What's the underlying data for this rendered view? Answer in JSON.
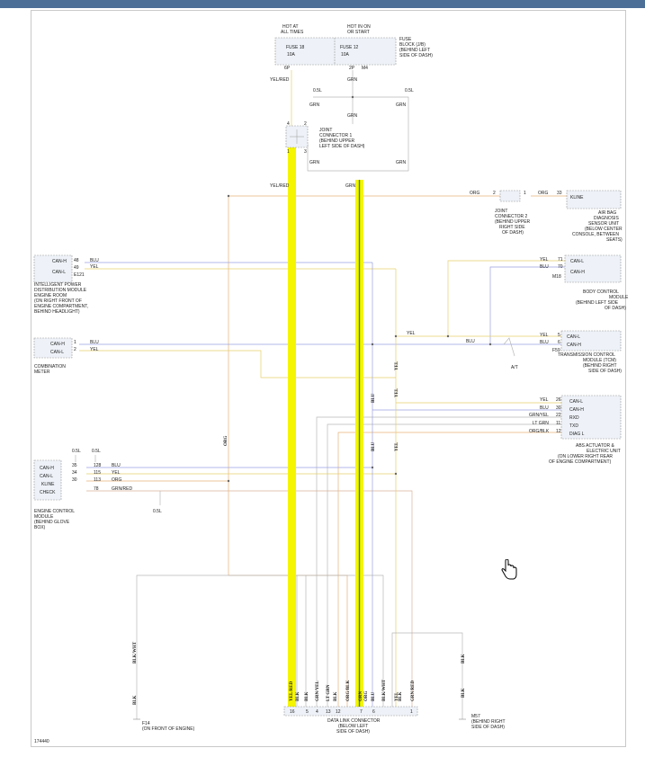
{
  "diagram": {
    "figure_id": "174440",
    "labels": {
      "hot_at_all_times": [
        "HOT AT",
        "ALL TIMES"
      ],
      "hot_in_on_start": [
        "HOT IN ON",
        "OR START"
      ],
      "fuse_18": "FUSE 18",
      "fuse_18_rating": "10A",
      "fuse_12": "FUSE 12",
      "fuse_12_rating": "10A",
      "fuse_block": [
        "FUSE",
        "BLOCK (J/B)",
        "(BEHIND LEFT",
        "SIDE OF DASH)"
      ],
      "pin_6p": "6P",
      "pin_2p": "2P",
      "m4": "M4",
      "yel_red": "YEL/RED",
      "grn": "GRN",
      "sl_05": "0.5L",
      "jc1_pin4": "4",
      "jc1_pin2": "2",
      "jc1_pin1": "1",
      "jc1_pin3": "3",
      "joint_connector_1": [
        "JOINT",
        "CONNECTOR 1",
        "(BEHIND UPPER",
        "LEFT SIDE OF DASH)"
      ],
      "org": "ORG",
      "jc2_pin2": "2",
      "jc2_pin1": "1",
      "jc2_pin33": "33",
      "joint_connector_2": [
        "JOINT",
        "CONNECTOR 2",
        "(BEHIND UPPER",
        "RIGHT SIDE",
        "OF DASH)"
      ],
      "kline": "KLINE",
      "airbag_unit": [
        "AIR BAG",
        "DIAGNOSIS",
        "SENSOR UNIT",
        "(BELOW CENTER",
        "CONSOLE, BETWEEN",
        "SEATS)"
      ],
      "canh": "CAN-H",
      "canl": "CAN-L",
      "blu": "BLU",
      "yel": "YEL",
      "ipdm_pin48": "48",
      "ipdm_pin49": "49",
      "e121": "E121",
      "ipdm": [
        "INTELLIGENT POWER",
        "DISTRIBUTION MODULE",
        "ENGINE ROOM",
        "(ON RIGHT FRONT OF",
        "ENGINE COMPARTMENT,",
        "BEHIND HEADLIGHT)"
      ],
      "bcm_pin71": "71",
      "bcm_pin70": "70",
      "m18": "M18",
      "bcm": [
        "BODY CONTROL",
        "MODULE",
        "(BEHIND LEFT SIDE",
        "OF DASH)"
      ],
      "meter_pin1": "1",
      "meter_pin2": "2",
      "combination_meter": [
        "COMBINATION",
        "METER"
      ],
      "tcm_pin5": "5",
      "tcm_pin6": "6",
      "f59": "F59",
      "tcm": [
        "TRANSMISSION CONTROL",
        "MODULE (TCM)",
        "(BEHIND RIGHT",
        "SIDE OF DASH)"
      ],
      "at": "A/T",
      "abs_pins": [
        "26",
        "30",
        "22",
        "11",
        "12"
      ],
      "abs_wires": [
        "YEL",
        "BLU",
        "GRN/YEL",
        "LT GRN",
        "ORG/BLK"
      ],
      "abs_terms": [
        "CAN-L",
        "CAN-H",
        "RXD",
        "TXD",
        "DIAG L"
      ],
      "abs": [
        "ABS ACTUATOR &",
        "ELECTRIC UNIT",
        "(ON LOWER RIGHT REAR",
        "OF ENGINE COMPARTMENT)"
      ],
      "ecm_terms": [
        "CAN-H",
        "CAN-L",
        "KLINE",
        "CHECK"
      ],
      "ecm_pins_left": [
        "35",
        "34",
        "30",
        ""
      ],
      "ecm_pins_right": [
        "128",
        "115",
        "113",
        "78"
      ],
      "ecm_wires": [
        "BLU",
        "YEL",
        "ORG",
        "GRN/RED"
      ],
      "ecm": [
        "ENGINE CONTROL",
        "MODULE",
        "(BEHIND GLOVE",
        "BOX)"
      ],
      "dlc_wires": [
        "YEL/RED",
        "BLK",
        "BLK",
        "GRN/YEL",
        "LT GRN",
        "BLK",
        "ORG/BLK",
        "GRN",
        "ORG",
        "BLU",
        "BLK/WHT",
        "YEL",
        "BLK",
        "GRN/RED"
      ],
      "dlc_pins": [
        "16",
        "",
        "5",
        "4",
        "13",
        "12",
        "",
        "7",
        "",
        "6",
        "",
        "",
        "",
        "1"
      ],
      "dlc": [
        "DATA LINK CONNECTOR",
        "(BELOW LEFT",
        "SIDE OF DASH)"
      ],
      "blk_wht": "BLK/WHT",
      "blk": "BLK",
      "f14": [
        "F14",
        "(ON FRONT OF ENGINE)"
      ],
      "m57": [
        "M57",
        "(BEHIND RIGHT",
        "SIDE OF DASH)"
      ]
    },
    "colors": {
      "highlight": "#f5f500",
      "highlight_core": "#3b8a1a",
      "wire_blue": "#9aa0e0",
      "wire_yellow": "#e6cf6b",
      "wire_orange": "#e7b27a",
      "wire_gray": "#b7b7b7",
      "wire_tan": "#d7b39a",
      "box_fill": "#eef2f8"
    }
  }
}
